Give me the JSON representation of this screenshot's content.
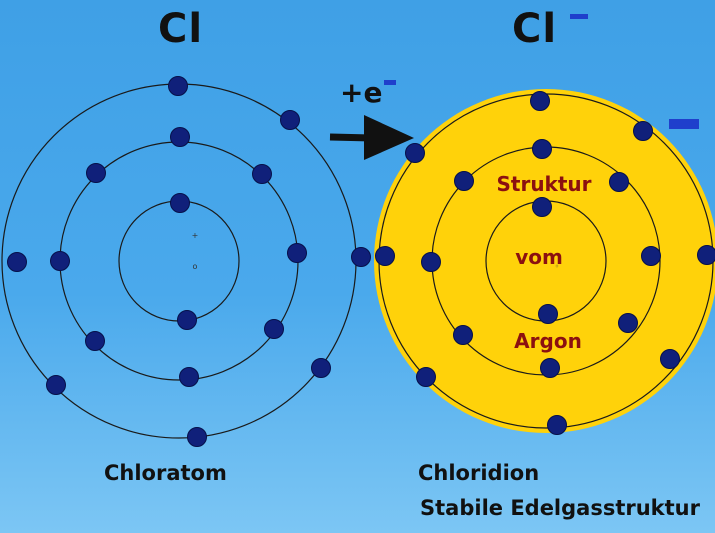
{
  "left_atom": {
    "title": "Cl",
    "caption": "Chloratom",
    "nucleus_symbols": [
      "+",
      "o"
    ]
  },
  "right_atom": {
    "title": "Cl",
    "caption": "Chloridion",
    "subcaption": "Stabile Edelgasstruktur",
    "labels": [
      "Struktur",
      "vom",
      "Argon"
    ],
    "nucleus_symbols": [
      "◦"
    ]
  },
  "reaction": {
    "label": "+e"
  },
  "colors": {
    "background": "#3fa0e6",
    "electron": "#10207a",
    "ion_fill": "#ffd20a",
    "label": "#8b1010",
    "minus": "#1f3fcc"
  }
}
